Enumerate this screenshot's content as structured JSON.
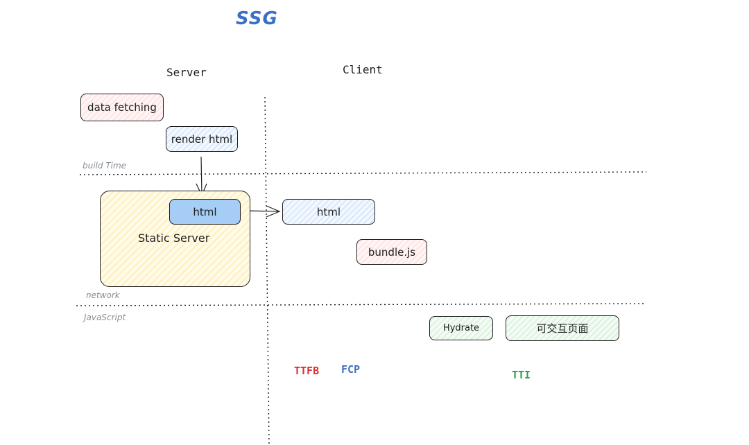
{
  "title": "SSG",
  "columns": {
    "server": "Server",
    "client": "Client"
  },
  "zones": {
    "build_time": "build Time",
    "network": "network",
    "javascript": "JavaScript"
  },
  "server": {
    "data_fetching": "data fetching",
    "render_html": "render html",
    "static_server": "Static Server",
    "html": "html"
  },
  "client": {
    "html": "html",
    "bundle": "bundle.js",
    "hydrate": "Hydrate",
    "interactive_page": "可交互页面"
  },
  "metrics": {
    "ttfb": "TTFB",
    "fcp": "FCP",
    "tti": "TTI"
  },
  "colors": {
    "ttfb": "#e03131",
    "fcp": "#3b6fc7",
    "tti": "#2f9e44",
    "title": "#3b6fc7"
  }
}
